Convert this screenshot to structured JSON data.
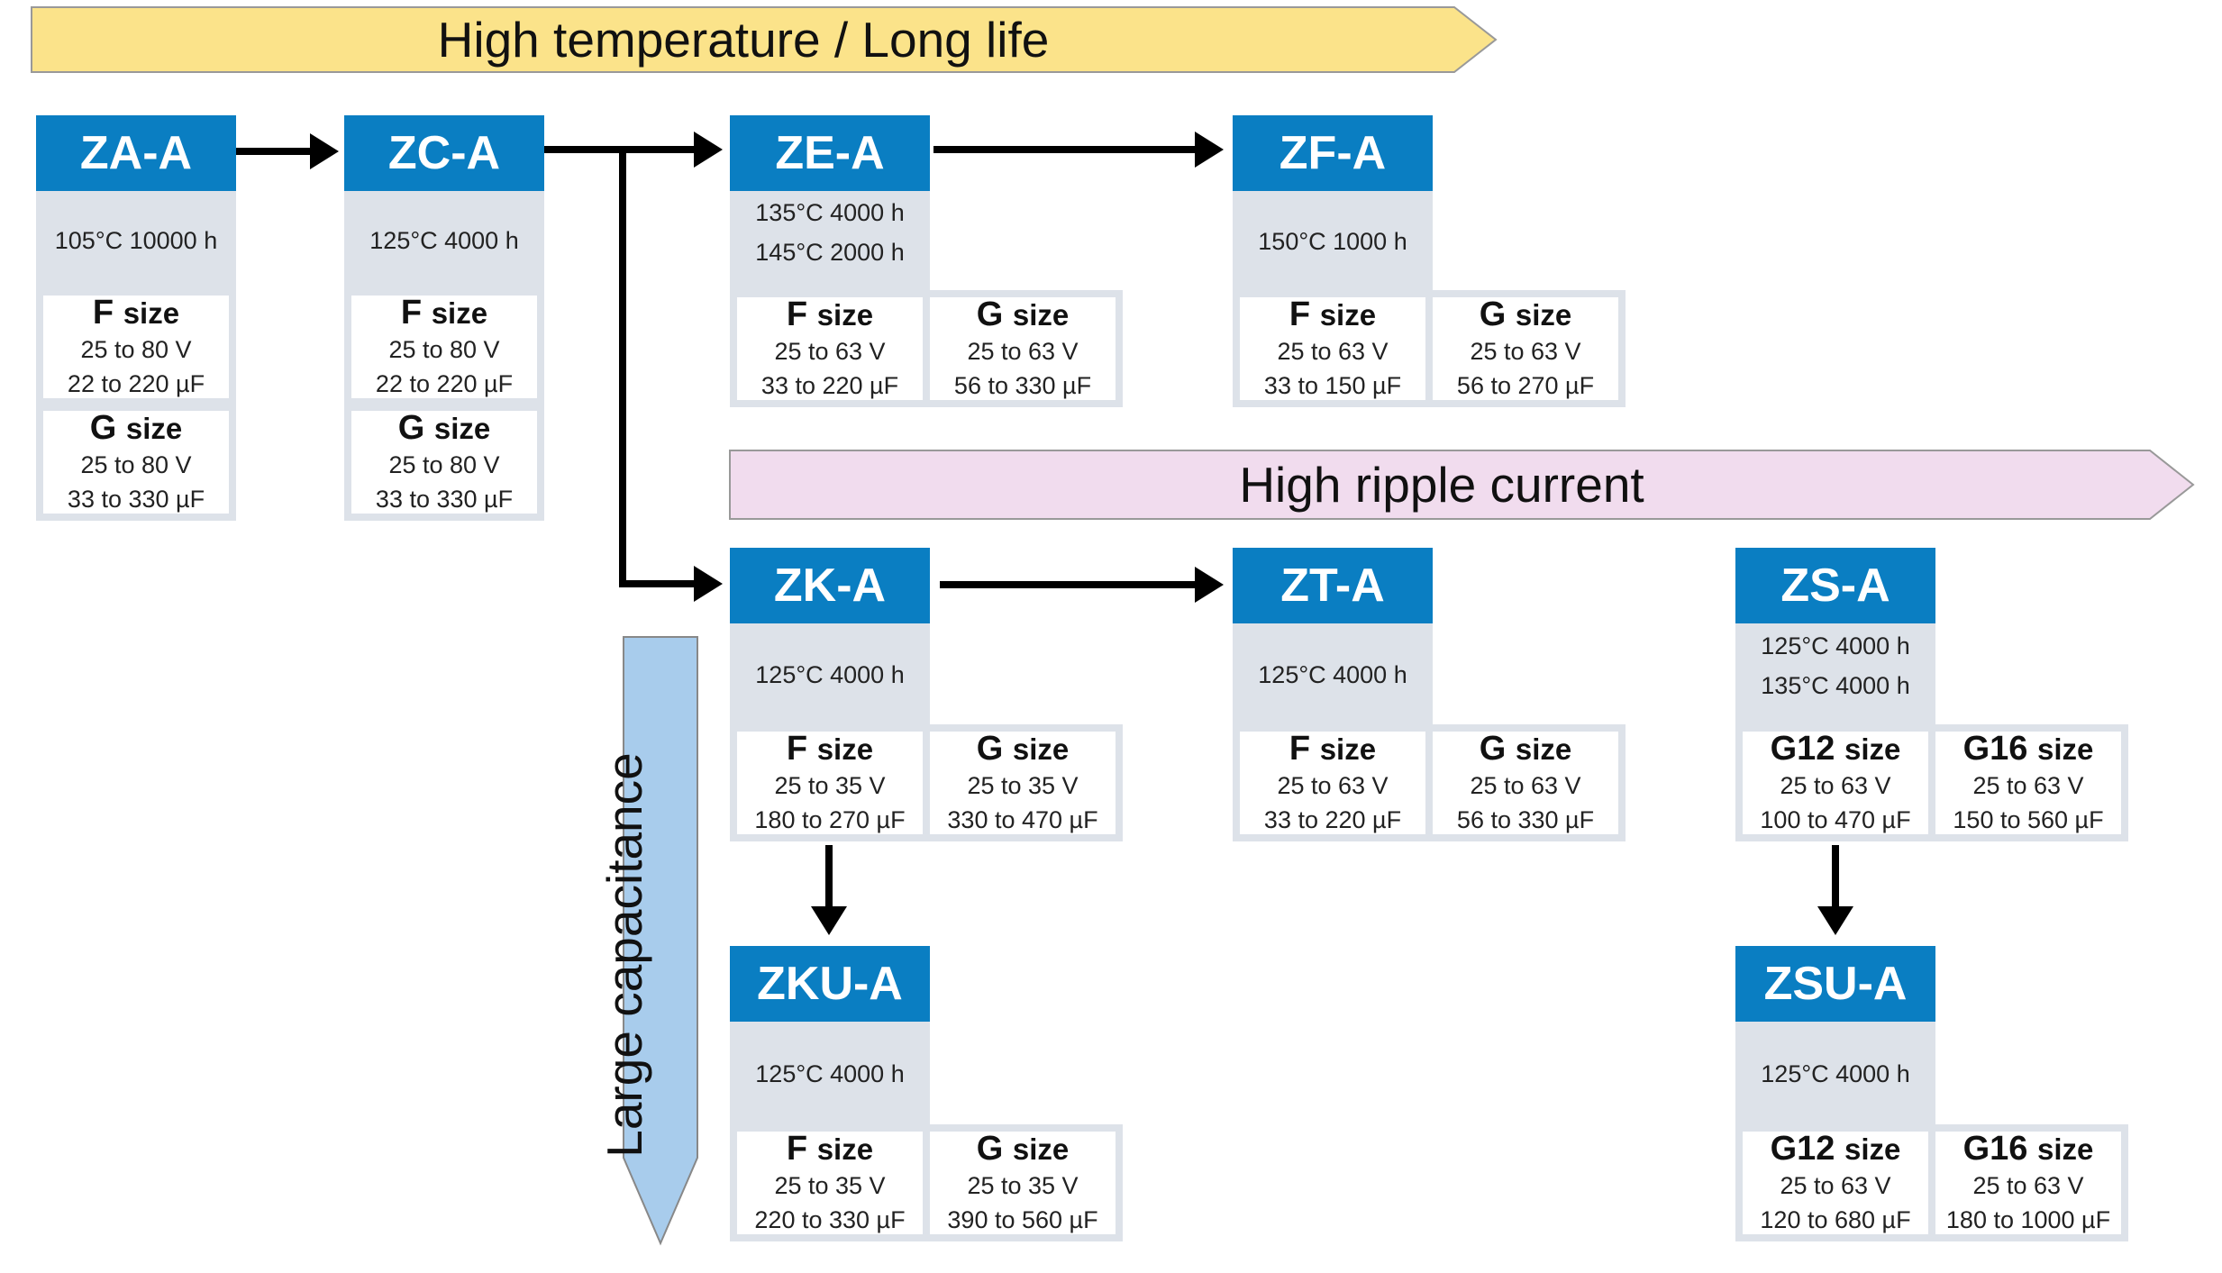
{
  "banners": {
    "top": "High temperature / Long life",
    "ripple": "High ripple current",
    "capacitance": "Large capacitance"
  },
  "size_word": "size",
  "series": [
    {
      "id": "za",
      "name": "ZA-A",
      "ratings": [
        "105°C 10000 h"
      ],
      "sizes": [
        {
          "code": "F",
          "volt": "25 to 80 V",
          "cap": "22 to 220 µF"
        },
        {
          "code": "G",
          "volt": "25 to 80 V",
          "cap": "33 to 330 µF"
        }
      ]
    },
    {
      "id": "zc",
      "name": "ZC-A",
      "ratings": [
        "125°C 4000 h"
      ],
      "sizes": [
        {
          "code": "F",
          "volt": "25 to 80 V",
          "cap": "22 to 220 µF"
        },
        {
          "code": "G",
          "volt": "25 to 80 V",
          "cap": "33 to 330 µF"
        }
      ]
    },
    {
      "id": "ze",
      "name": "ZE-A",
      "ratings": [
        "135°C 4000 h",
        "145°C 2000 h"
      ],
      "sizes": [
        {
          "code": "F",
          "volt": "25 to 63 V",
          "cap": "33 to 220 µF"
        },
        {
          "code": "G",
          "volt": "25 to 63 V",
          "cap": "56 to 330 µF"
        }
      ]
    },
    {
      "id": "zf",
      "name": "ZF-A",
      "ratings": [
        "150°C 1000 h"
      ],
      "sizes": [
        {
          "code": "F",
          "volt": "25 to 63 V",
          "cap": "33 to 150 µF"
        },
        {
          "code": "G",
          "volt": "25 to 63 V",
          "cap": "56 to 270 µF"
        }
      ]
    },
    {
      "id": "zk",
      "name": "ZK-A",
      "ratings": [
        "125°C 4000 h"
      ],
      "sizes": [
        {
          "code": "F",
          "volt": "25 to 35 V",
          "cap": "180 to 270 µF"
        },
        {
          "code": "G",
          "volt": "25 to 35 V",
          "cap": "330 to 470 µF"
        }
      ]
    },
    {
      "id": "zt",
      "name": "ZT-A",
      "ratings": [
        "125°C 4000 h"
      ],
      "sizes": [
        {
          "code": "F",
          "volt": "25 to 63 V",
          "cap": "33 to 220 µF"
        },
        {
          "code": "G",
          "volt": "25 to 63 V",
          "cap": "56 to 330 µF"
        }
      ]
    },
    {
      "id": "zs",
      "name": "ZS-A",
      "ratings": [
        "125°C 4000 h",
        "135°C 4000 h"
      ],
      "sizes": [
        {
          "code": "G12",
          "volt": "25 to 63 V",
          "cap": "100 to 470 µF"
        },
        {
          "code": "G16",
          "volt": "25 to 63 V",
          "cap": "150 to 560 µF"
        }
      ]
    },
    {
      "id": "zku",
      "name": "ZKU-A",
      "ratings": [
        "125°C 4000 h"
      ],
      "sizes": [
        {
          "code": "F",
          "volt": "25 to 35 V",
          "cap": "220 to 330 µF"
        },
        {
          "code": "G",
          "volt": "25 to 35 V",
          "cap": "390 to 560 µF"
        }
      ]
    },
    {
      "id": "zsu",
      "name": "ZSU-A",
      "ratings": [
        "125°C 4000 h"
      ],
      "sizes": [
        {
          "code": "G12",
          "volt": "25 to 63 V",
          "cap": "120 to 680 µF"
        },
        {
          "code": "G16",
          "volt": "25 to 63 V",
          "cap": "180 to 1000 µF"
        }
      ]
    }
  ]
}
